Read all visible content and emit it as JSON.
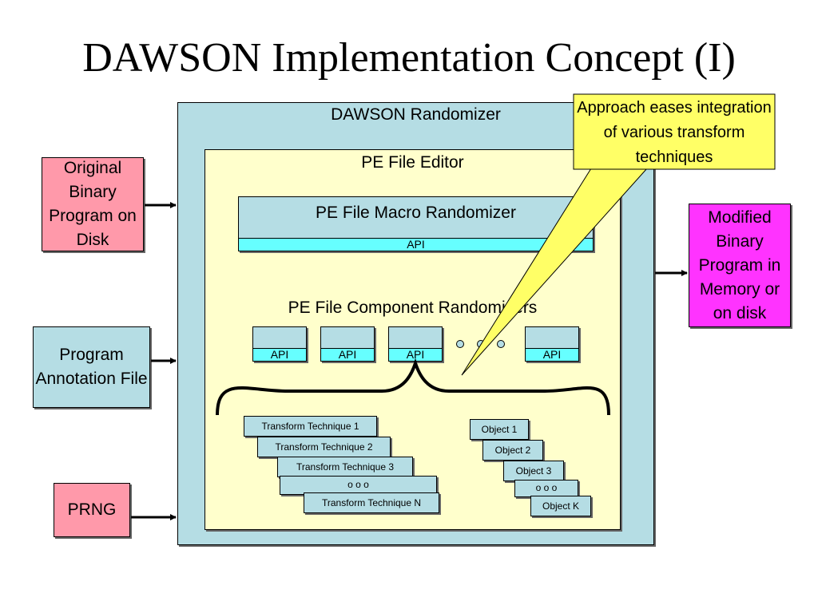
{
  "title": "DAWSON Implementation Concept (I)",
  "inputs": {
    "original_binary": "Original Binary Program on Disk",
    "annotation_file": "Program Annotation File",
    "prng": "PRNG"
  },
  "output": "Modified Binary Program in Memory or on disk",
  "randomizer_label": "DAWSON Randomizer",
  "editor_label": "PE File Editor",
  "macro": {
    "label": "PE File Macro Randomizer",
    "api": "API"
  },
  "component": {
    "label": "PE File Component Randomizers",
    "apis": [
      "API",
      "API",
      "API",
      "API"
    ]
  },
  "techniques": [
    "Transform Technique 1",
    "Transform Technique 2",
    "Transform Technique 3",
    "o o o",
    "Transform Technique N"
  ],
  "objects": [
    "Object 1",
    "Object 2",
    "Object 3",
    "o o o",
    "Object K"
  ],
  "callout": "Approach eases integration of various transform techniques",
  "colors": {
    "pink": "#ff99aa",
    "magenta": "#ff33ff",
    "light_blue": "#b5dde4",
    "cyan": "#66ffff",
    "light_yellow": "#ffffcc",
    "callout_yellow": "#ffff66"
  }
}
